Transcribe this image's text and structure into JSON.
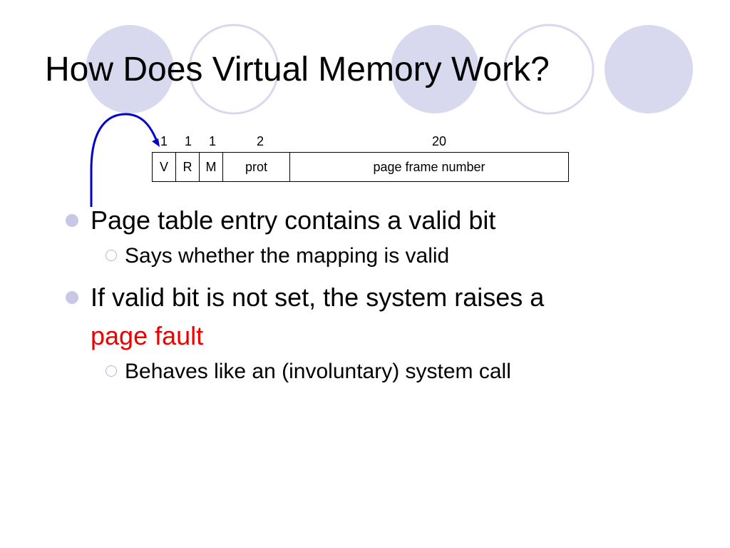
{
  "colors": {
    "circle_fill": "#d8d8ef",
    "circle_outline": "#d8d8ef",
    "arrow": "#0000cc",
    "highlight": "#ee0000",
    "bullet": "#c8c8e6"
  },
  "slide": {
    "title": "How Does Virtual Memory Work?"
  },
  "pte": {
    "bit_widths": [
      "1",
      "1",
      "1",
      "2",
      "20"
    ],
    "fields": [
      "V",
      "R",
      "M",
      "prot",
      "page frame number"
    ]
  },
  "bullets": [
    {
      "text": "Page table entry contains a valid bit",
      "sub": "Says whether the mapping is valid"
    },
    {
      "text": "If valid bit is not set, the system raises a",
      "highlight": "page fault",
      "sub": "Behaves like an (involuntary) system call"
    }
  ]
}
